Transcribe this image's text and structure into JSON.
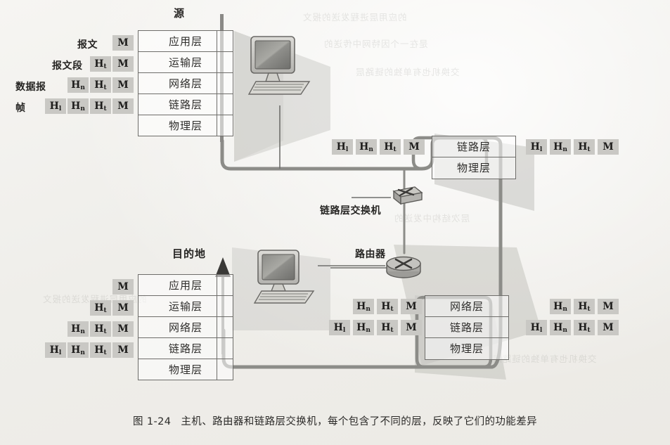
{
  "figure": {
    "caption_number": "图 1-24",
    "caption_text": "主机、路由器和链路层交换机，每个包含了不同的层，反映了它们的功能差异"
  },
  "source_host": {
    "title": "源",
    "layers": [
      "应用层",
      "运输层",
      "网络层",
      "链路层",
      "物理层"
    ],
    "pdu_labels": [
      "报文",
      "报文段",
      "数据报",
      "帧"
    ],
    "pdu_rows": [
      [
        "M"
      ],
      [
        "Ht",
        "M"
      ],
      [
        "Hn",
        "Ht",
        "M"
      ],
      [
        "Hl",
        "Hn",
        "Ht",
        "M"
      ]
    ]
  },
  "destination_host": {
    "title": "目的地",
    "layers": [
      "应用层",
      "运输层",
      "网络层",
      "链路层",
      "物理层"
    ],
    "pdu_rows": [
      [
        "M"
      ],
      [
        "Ht",
        "M"
      ],
      [
        "Hn",
        "Ht",
        "M"
      ],
      [
        "Hl",
        "Hn",
        "Ht",
        "M"
      ]
    ]
  },
  "link_layer_switch": {
    "label": "链路层交换机",
    "layers": [
      "链路层",
      "物理层"
    ],
    "pdu_in": [
      "Hl",
      "Hn",
      "Ht",
      "M"
    ],
    "pdu_out": [
      "Hl",
      "Hn",
      "Ht",
      "M"
    ]
  },
  "router": {
    "label": "路由器",
    "layers": [
      "网络层",
      "链路层",
      "物理层"
    ],
    "pdu_in_top": [
      "Hn",
      "Ht",
      "M"
    ],
    "pdu_in_bottom": [
      "Hl",
      "Hn",
      "Ht",
      "M"
    ],
    "pdu_out_top": [
      "Hn",
      "Ht",
      "M"
    ],
    "pdu_out_bottom": [
      "Hl",
      "Hn",
      "Ht",
      "M"
    ]
  },
  "icons": {
    "computer": "desktop-computer-icon",
    "switch": "link-layer-switch-icon",
    "router": "router-icon"
  },
  "colors": {
    "paper": "#f2f1ee",
    "ink": "#2e2d2b",
    "chip_fill": "#c9c8c4",
    "cable": "#8a8a86",
    "shadow": "#b9b8b3"
  },
  "bleed_through": [
    "的应用层进程发送的报文",
    "是在一个因特网中传送的",
    "交换机也有单独的链路层",
    "层次结构中发送的"
  ]
}
